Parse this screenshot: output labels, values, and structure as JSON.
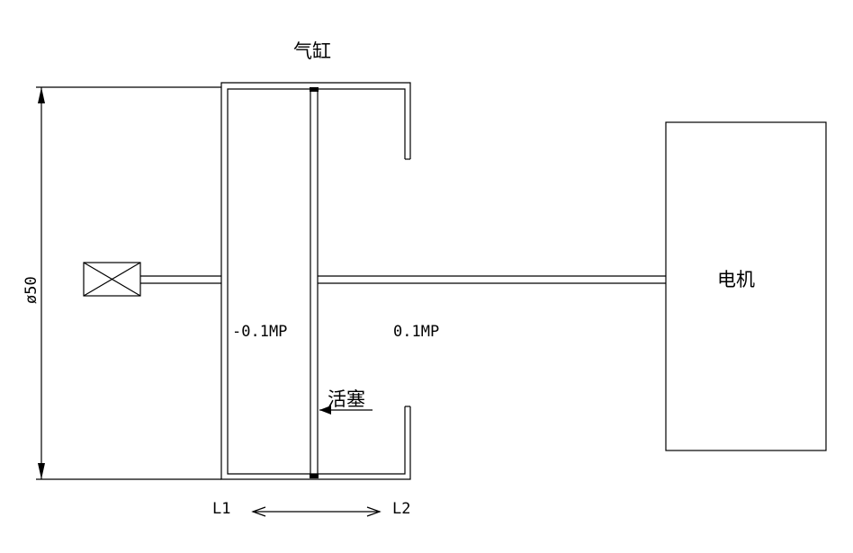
{
  "labels": {
    "cylinder": "气缸",
    "motor": "电机",
    "piston": "活塞",
    "diameter": "ø50",
    "left_pressure": "-0.1MP",
    "right_pressure": "0.1MP",
    "l1": "L1",
    "l2": "L2"
  },
  "icons": {
    "valve": "valve-box-icon"
  }
}
